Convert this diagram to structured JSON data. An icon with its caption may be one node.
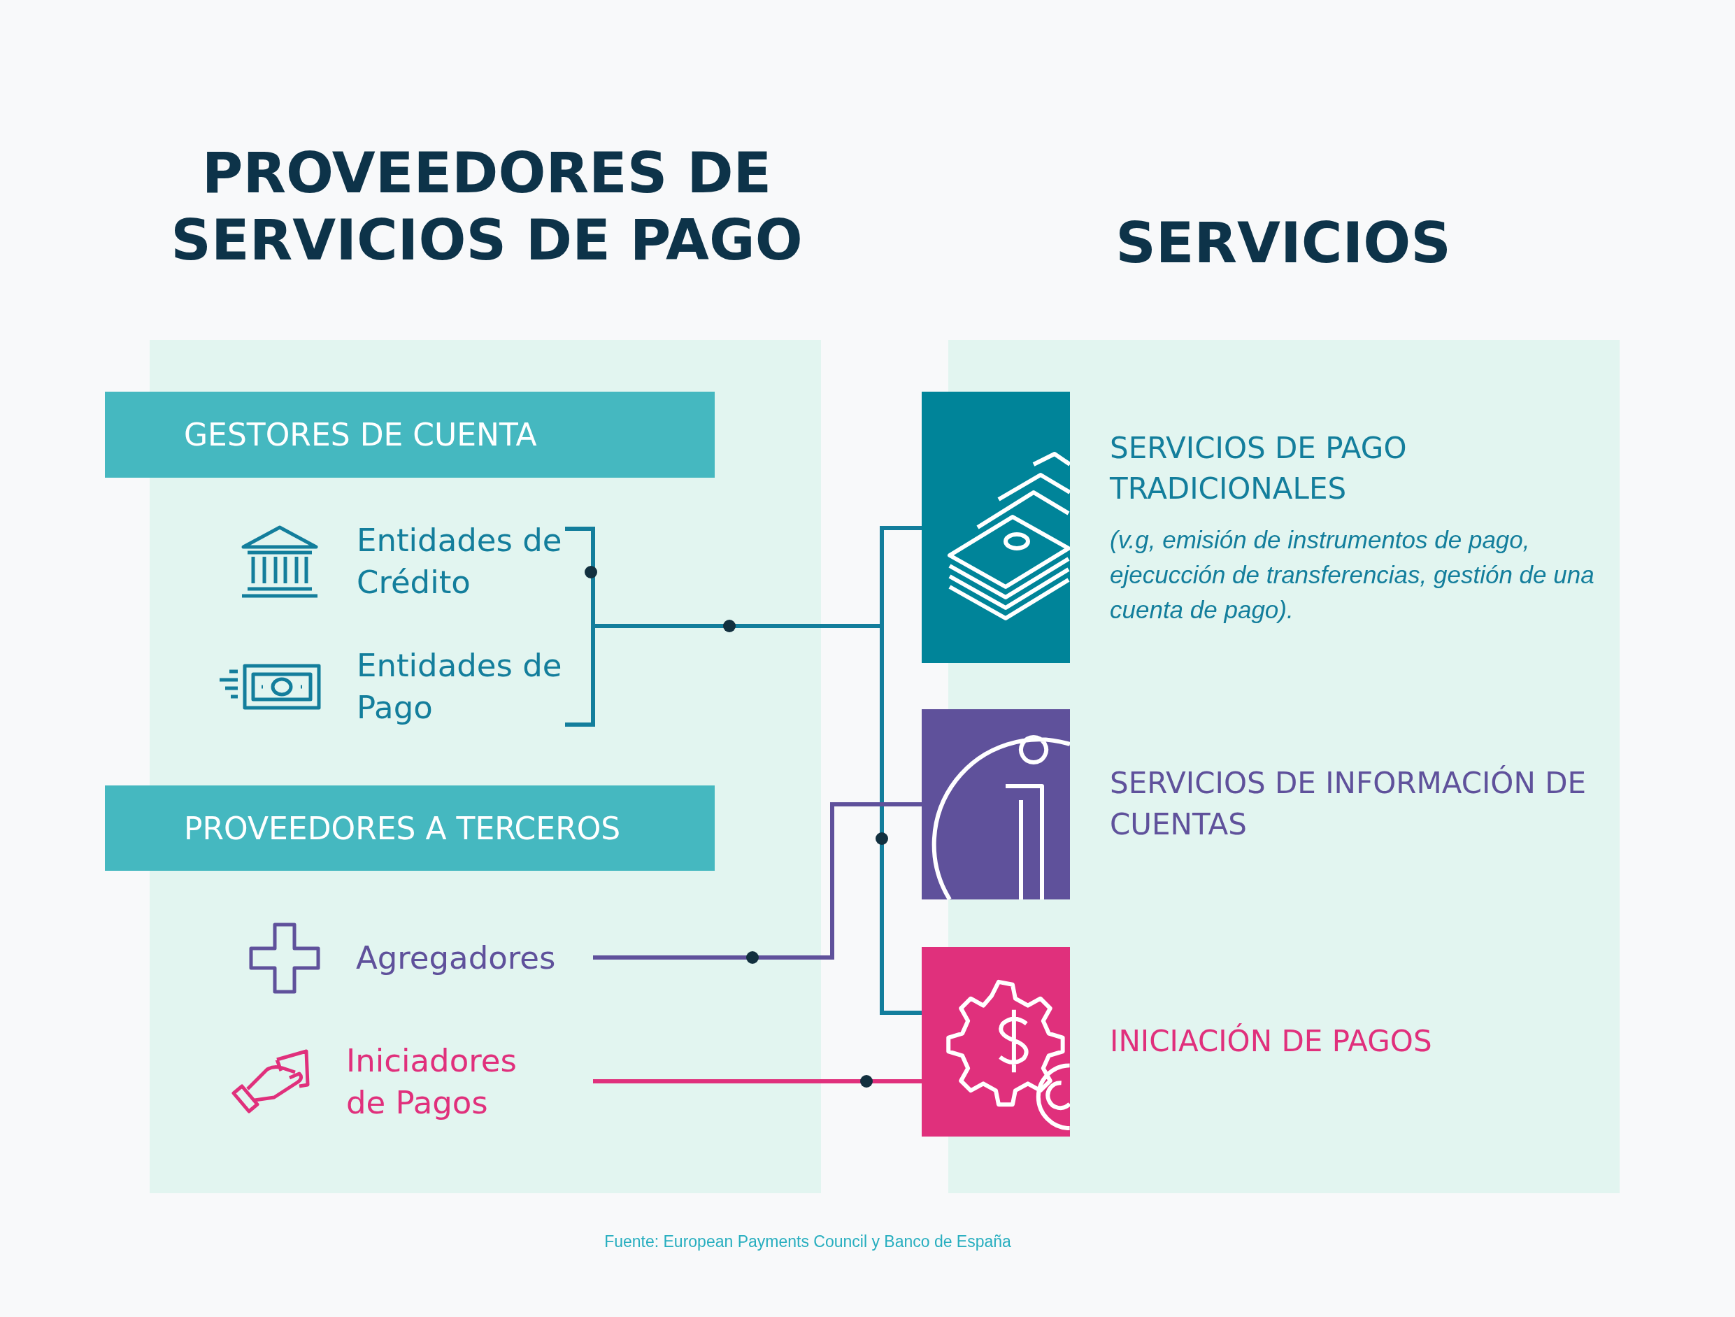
{
  "diagram": {
    "title": "PROVEEDORES DE SERVICIOS DE PAGO",
    "caption": "Fuente: European Payments Council y Banco de España",
    "labels": [
      "SERVICIOS"
    ],
    "nodes": [
      {
        "text": [
          "GESTORES DE CUENTA"
        ]
      },
      {
        "text": [
          "Entidades de Crédito"
        ]
      },
      {
        "text": [
          "Entidades de Pago"
        ]
      },
      {
        "text": [
          "PROVEEDORES A TERCEROS"
        ]
      },
      {
        "text": [
          "Agregadores"
        ]
      },
      {
        "text": [
          "Iniciadores de Pagos"
        ]
      },
      {
        "text": [
          "SERVICIOS DE PAGO TRADICIONALES",
          "(v.g, emisión de instrumentos de pago, ejecucción de transferencias, gestión de una cuenta de pago)."
        ]
      },
      {
        "text": [
          "SERVICIOS DE INFORMACIÓN DE CUENTAS"
        ]
      },
      {
        "text": [
          "INICIACIÓN DE PAGOS"
        ]
      }
    ],
    "edges": [
      {
        "from": 1,
        "to": 6,
        "arrow": "none"
      },
      {
        "from": 2,
        "to": 6,
        "arrow": "none"
      },
      {
        "from": 1,
        "to": 8,
        "arrow": "none"
      },
      {
        "from": 2,
        "to": 8,
        "arrow": "none"
      },
      {
        "from": 4,
        "to": 7,
        "arrow": "none",
        "color": "#5f519b"
      },
      {
        "from": 5,
        "to": 8,
        "arrow": "none",
        "color": "#e0307c"
      }
    ]
  }
}
